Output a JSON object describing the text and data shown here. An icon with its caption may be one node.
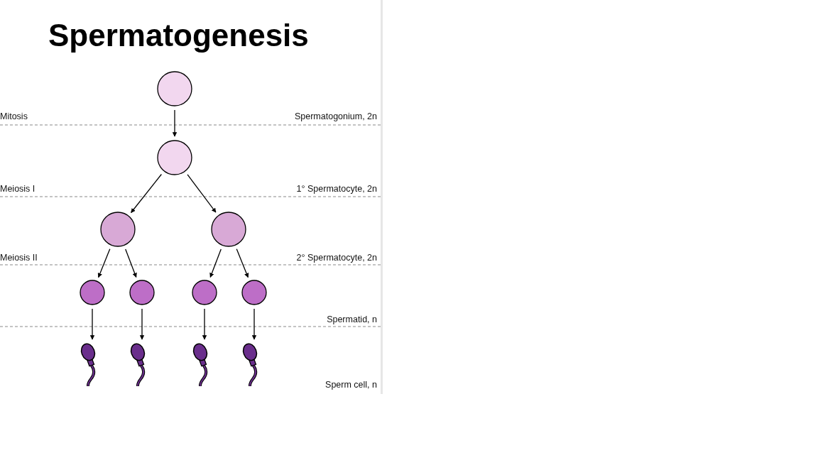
{
  "diagram": {
    "title": "Spermatogenesis",
    "nodes": [
      {
        "text": [],
        "shape": "circle"
      },
      {
        "text": [],
        "shape": "circle"
      },
      {
        "text": [],
        "shape": "circle"
      },
      {
        "text": [],
        "shape": "circle"
      },
      {
        "text": [],
        "shape": "circle"
      },
      {
        "text": [],
        "shape": "circle"
      },
      {
        "text": [],
        "shape": "circle"
      },
      {
        "text": [],
        "shape": "circle"
      },
      {
        "text": [],
        "shape": "sperm"
      },
      {
        "text": [],
        "shape": "sperm"
      },
      {
        "text": [],
        "shape": "sperm"
      },
      {
        "text": [],
        "shape": "sperm"
      }
    ],
    "edges": [
      {
        "from": 0,
        "to": 1,
        "arrow": "to"
      },
      {
        "from": 1,
        "to": 2,
        "arrow": "to"
      },
      {
        "from": 1,
        "to": 3,
        "arrow": "to"
      },
      {
        "from": 2,
        "to": 4,
        "arrow": "to"
      },
      {
        "from": 2,
        "to": 5,
        "arrow": "to"
      },
      {
        "from": 3,
        "to": 6,
        "arrow": "to"
      },
      {
        "from": 3,
        "to": 7,
        "arrow": "to"
      },
      {
        "from": 4,
        "to": 8,
        "arrow": "to"
      },
      {
        "from": 5,
        "to": 9,
        "arrow": "to"
      },
      {
        "from": 6,
        "to": 10,
        "arrow": "to"
      },
      {
        "from": 7,
        "to": 11,
        "arrow": "to"
      }
    ],
    "labels": [
      "Mitosis",
      "Spermatogonium, 2n",
      "Meiosis I",
      "1° Spermatocyte, 2n",
      "Meiosis II",
      "2° Spermatocyte, 2n",
      "Spermatid, n",
      "Sperm cell, n"
    ]
  }
}
